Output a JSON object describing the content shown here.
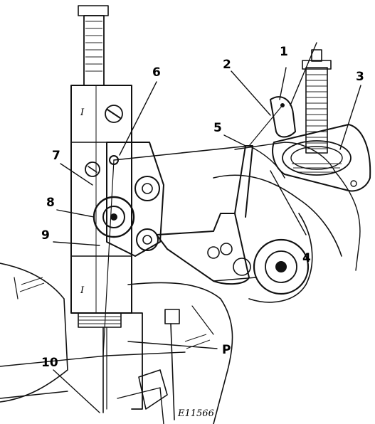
{
  "labels": [
    {
      "id": "1",
      "text": "1"
    },
    {
      "id": "2",
      "text": "2"
    },
    {
      "id": "3",
      "text": "3"
    },
    {
      "id": "4",
      "text": "4"
    },
    {
      "id": "5",
      "text": "5"
    },
    {
      "id": "6",
      "text": "6"
    },
    {
      "id": "7",
      "text": "7"
    },
    {
      "id": "8",
      "text": "8"
    },
    {
      "id": "9",
      "text": "9"
    },
    {
      "id": "10",
      "text": "10"
    },
    {
      "id": "P",
      "text": "P"
    }
  ],
  "figure_code": "E11566"
}
